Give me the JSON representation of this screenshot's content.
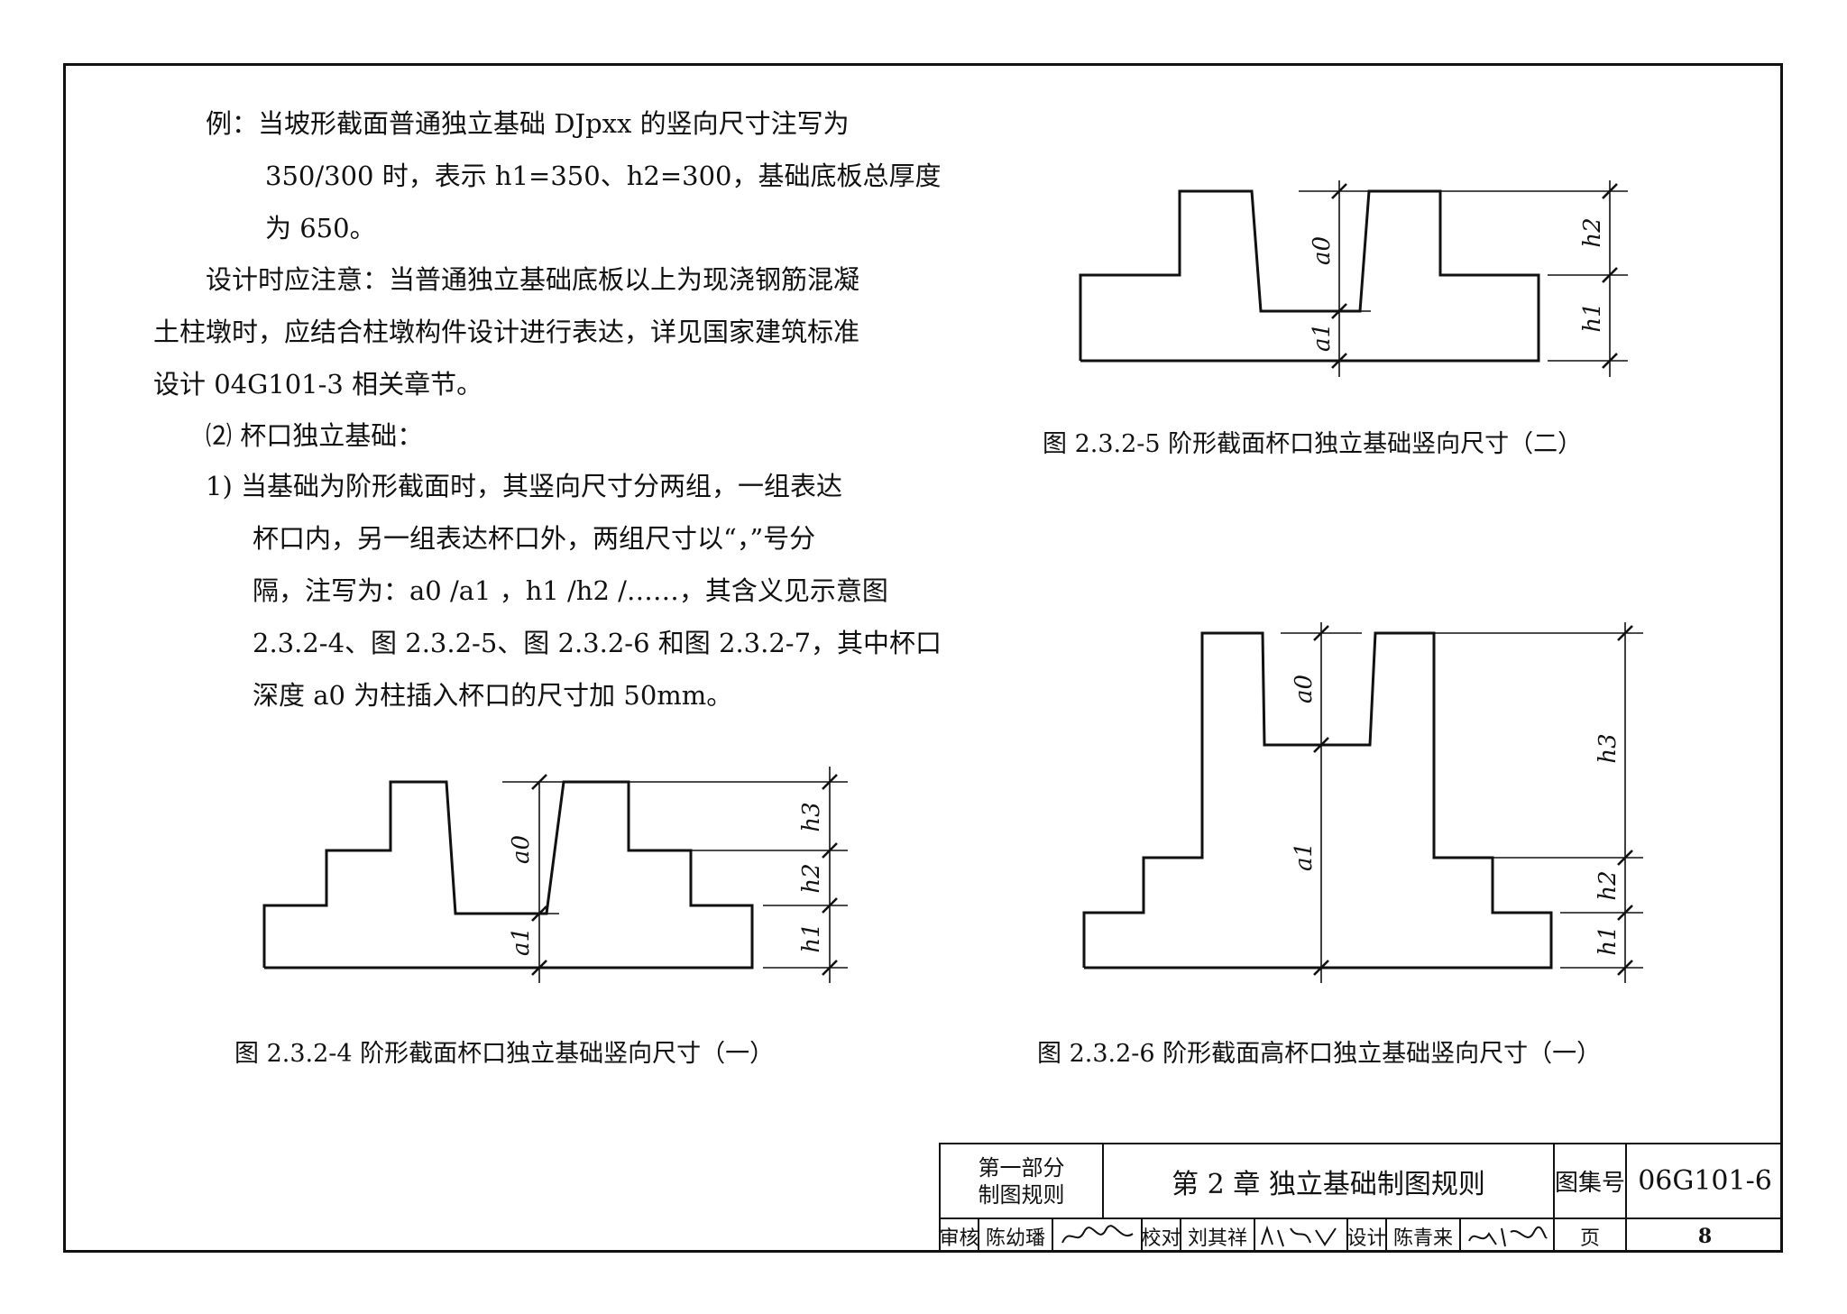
{
  "example_text": {
    "l1": "例：当坡形截面普通独立基础 DJpxx 的竖向尺寸注写为",
    "l2": "350/300 时，表示 h1=350、h2=300，基础底板总厚度",
    "l3": "为 650。"
  },
  "note_text": {
    "l1": "设计时应注意：当普通独立基础底板以上为现浇钢筋混凝",
    "l2": "土柱墩时，应结合柱墩构件设计进行表达，详见国家建筑标准",
    "l3": "设计 04G101-3 相关章节。"
  },
  "section_heading": "⑵ 杯口独立基础：",
  "item1_text": {
    "l1": "1)  当基础为阶形截面时，其竖向尺寸分两组，一组表达",
    "l2": "杯口内，另一组表达杯口外，两组尺寸以“，”号分",
    "l3": "隔，注写为：a0 /a1 ，h1 /h2 /……，其含义见示意图",
    "l4": "2.3.2-4、图 2.3.2-5、图 2.3.2-6 和图 2.3.2-7，其中杯口",
    "l5": "深度 a0 为柱插入杯口的尺寸加 50mm。"
  },
  "figures": {
    "fig4": {
      "caption": "图 2.3.2-4  阶形截面杯口独立基础竖向尺寸（一）",
      "labels": [
        "a0",
        "a1",
        "h3",
        "h2",
        "h1"
      ]
    },
    "fig5": {
      "caption": "图 2.3.2-5  阶形截面杯口独立基础竖向尺寸（二）",
      "labels": [
        "a0",
        "a1",
        "h2",
        "h1"
      ]
    },
    "fig6": {
      "caption": "图 2.3.2-6  阶形截面高杯口独立基础竖向尺寸（一）",
      "labels": [
        "a0",
        "a1",
        "h3",
        "h2",
        "h1"
      ]
    }
  },
  "title_block": {
    "part": "第一部分",
    "part_sub": "制图规则",
    "chapter": "第 2 章  独立基础制图规则",
    "atlas_label": "图集号",
    "atlas_no": "06G101-6",
    "review_label": "审核",
    "reviewer": "陈幼璠",
    "check_label": "校对",
    "checker": "刘其祥",
    "design_label": "设计",
    "designer": "陈青来",
    "page_label": "页",
    "page_no": "8"
  }
}
